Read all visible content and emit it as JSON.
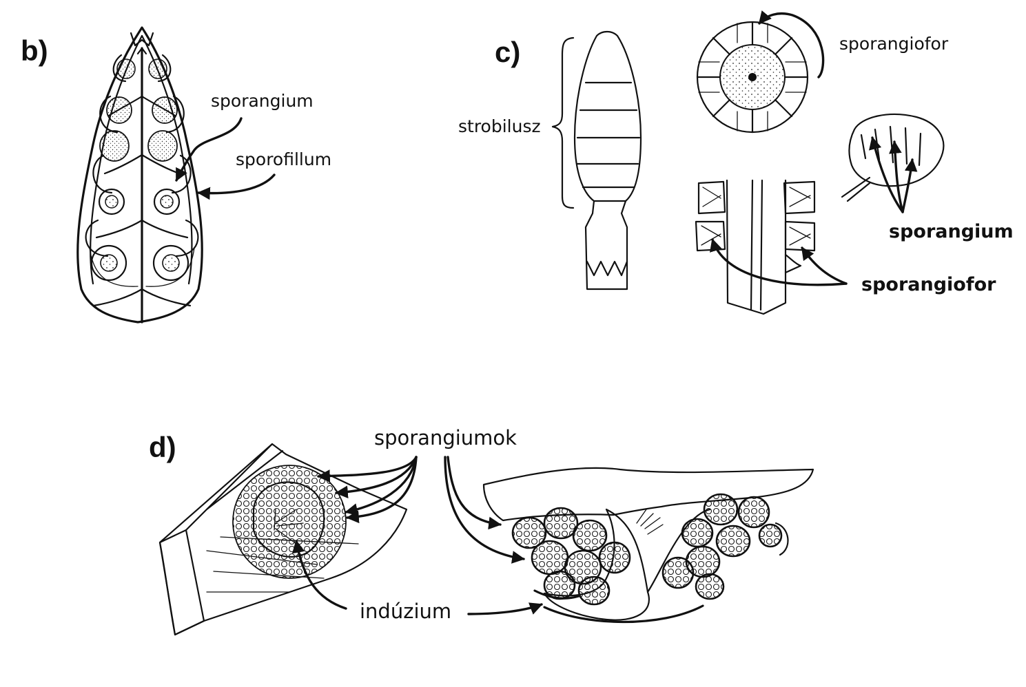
{
  "panels": {
    "b": {
      "letter": "b)",
      "labels": {
        "sporangium": "sporangium",
        "sporofillum": "sporofillum"
      }
    },
    "c": {
      "letter": "c)",
      "labels": {
        "strobilusz": "strobilusz",
        "sporangiofor_top": "sporangiofor",
        "sporangium": "sporangium",
        "sporangiofor_bottom": "sporangiofor"
      }
    },
    "d": {
      "letter": "d)",
      "labels": {
        "sporangiumok": "sporangiumok",
        "induzium": "indúzium"
      }
    }
  },
  "colors": {
    "ink": "#111111",
    "background": "#ffffff"
  }
}
